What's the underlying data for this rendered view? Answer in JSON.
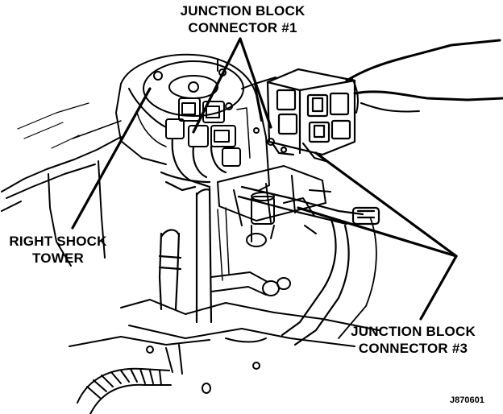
{
  "labels": {
    "junction_block_1": [
      "JUNCTION BLOCK",
      "CONNECTOR #1"
    ],
    "right_shock_tower": [
      "RIGHT SHOCK",
      "TOWER"
    ],
    "junction_block_3": [
      "JUNCTION BLOCK",
      "CONNECTOR #3"
    ]
  },
  "figure_code": "J870601"
}
